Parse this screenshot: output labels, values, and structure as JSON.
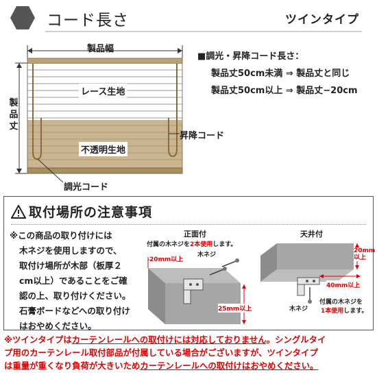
{
  "header": {
    "title": "コード長さ",
    "type_label": "ツインタイプ"
  },
  "diagram": {
    "width_label": "製品幅",
    "height_label": "製品丈",
    "lace_label": "レース生地",
    "opaque_label": "不透明生地",
    "lift_cord_label": "昇降コード",
    "dim_cord_label": "調光コード",
    "spec_title": "■調光・昇降コード長さ：",
    "spec_rows": [
      "製品丈50cm未満 ⇒ 製品丈と同じ",
      "製品丈50cm以上 ⇒ 製品丈−20cm"
    ]
  },
  "caution": {
    "title": "取付場所の注意事項",
    "lines": [
      "※この商品の取り付けには",
      "木ネジを使用しますので、",
      "取付け場所が木部（板厚２",
      "cm以上）であることをご確",
      "認の上、取り付けください。",
      "石膏ボードなどへの取り付け",
      "はおやめください。"
    ],
    "front": {
      "title": "正面付",
      "note_prefix": "付属の木ネジを",
      "note_red": "2本使用",
      "note_suffix": "します。",
      "screw_label": "木ネジ",
      "dim_top": "20mm以上",
      "dim_side": "25mm以上"
    },
    "ceiling": {
      "title": "天井付",
      "dim_top": "20mm以上",
      "dim_depth": "40mm以上",
      "screw_label": "木ネジ",
      "note_line1": "付属の木ネジを",
      "note_red": "1本使用",
      "note_suffix": "します。"
    }
  },
  "footer": {
    "line1_prefix": "※ツインタイプは",
    "line1_underlined": "カーテンレールへの取付けには対応しておりません",
    "line1_suffix": "。シングルタイ",
    "line2": "プ用のカーテンレール取付部品が付属している場合がございますが、ツインタイプ",
    "line3_prefix": "は重量が重くなり負荷が大きいため",
    "line3_underlined": "カーテンレールへの取付けはおやめください。"
  },
  "colors": {
    "hexagon": "#555555",
    "lace_slat": "#ffffff",
    "opaque_fabric": "#c9b590",
    "cord": "#8b6a3a",
    "warning_text": "#e00000"
  }
}
